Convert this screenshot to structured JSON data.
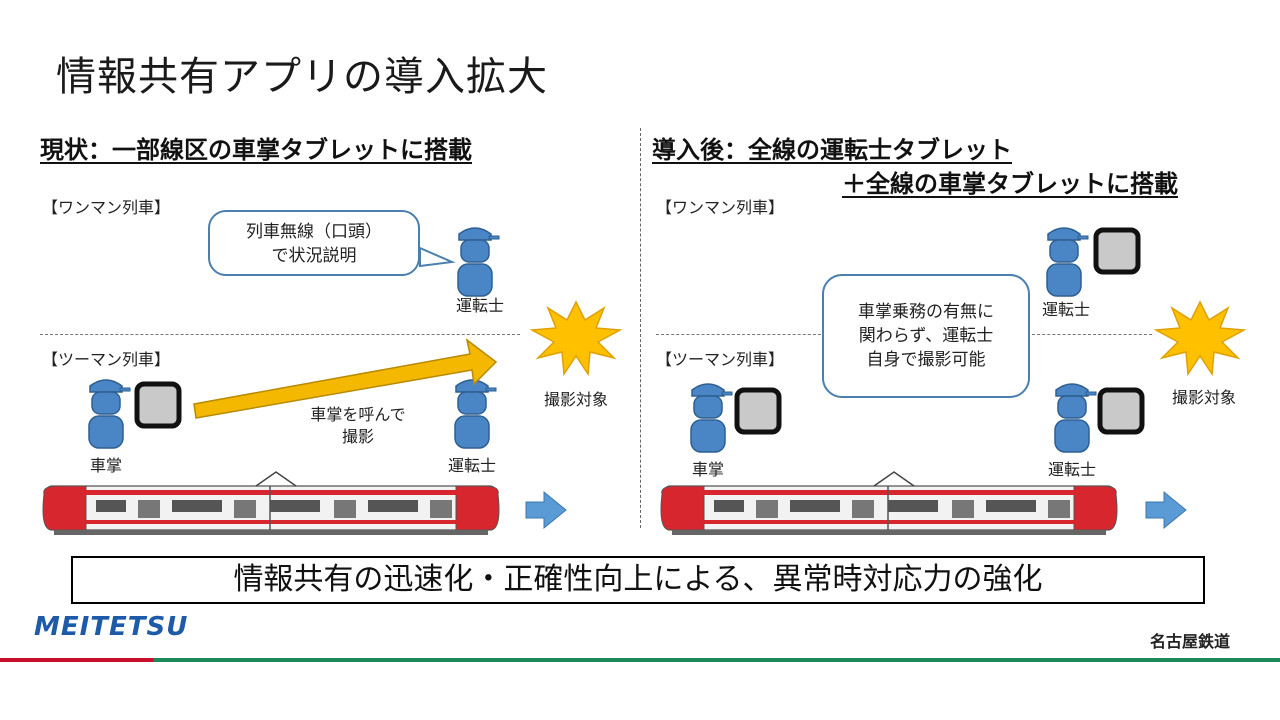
{
  "title": "情報共有アプリの導入拡大",
  "left": {
    "heading": "現状：一部線区の車掌タブレットに搭載",
    "oneman_label": "【ワンマン列車】",
    "twoman_label": "【ツーマン列車】",
    "bubble_line1": "列車無線（口頭）",
    "bubble_line2": "で状況説明",
    "driver_label_top": "運転士",
    "conductor_label": "車掌",
    "driver_label_bottom": "運転士",
    "arrow_text_line1": "車掌を呼んで",
    "arrow_text_line2": "撮影",
    "target_label": "撮影対象"
  },
  "right": {
    "heading_line1": "導入後：全線の運転士タブレット",
    "heading_line2": "＋全線の車掌タブレットに搭載",
    "oneman_label": "【ワンマン列車】",
    "twoman_label": "【ツーマン列車】",
    "bubble_line1": "車掌乗務の有無に",
    "bubble_line2": "関わらず、運転士",
    "bubble_line3": "自身で撮影可能",
    "driver_label_top": "運転士",
    "conductor_label": "車掌",
    "driver_label_bottom": "運転士",
    "target_label": "撮影対象"
  },
  "summary": "情報共有の迅速化・正確性向上による、異常時対応力の強化",
  "footer": {
    "logo": "MEITETSU",
    "company": "名古屋鉄道"
  },
  "colors": {
    "person": "#4a86c6",
    "arrow": "#f5b800",
    "burst": "#ffc000",
    "train_red": "#d7262e",
    "blue_arrow": "#5b9bd5"
  }
}
